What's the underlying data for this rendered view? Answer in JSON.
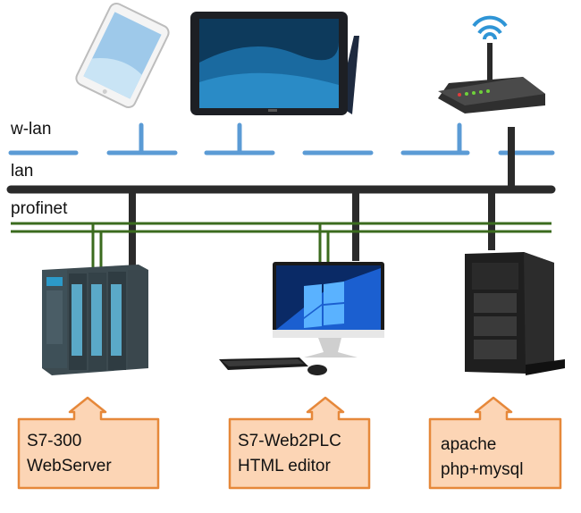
{
  "networks": {
    "wlan_label": "w-lan",
    "lan_label": "lan",
    "profinet_label": "profinet"
  },
  "devices": {
    "plc": {
      "line1": "S7-300",
      "line2": "WebServer"
    },
    "pc": {
      "line1": "S7-Web2PLC",
      "line2": "HTML editor"
    },
    "server": {
      "line1": "apache",
      "line2": "php+mysql"
    }
  },
  "colors": {
    "wlan": "#5b9bd5",
    "lan": "#2b2b2b",
    "profinet": "#3b6b1e",
    "callout_fill": "#fcd5b5",
    "callout_stroke": "#e6883a"
  }
}
